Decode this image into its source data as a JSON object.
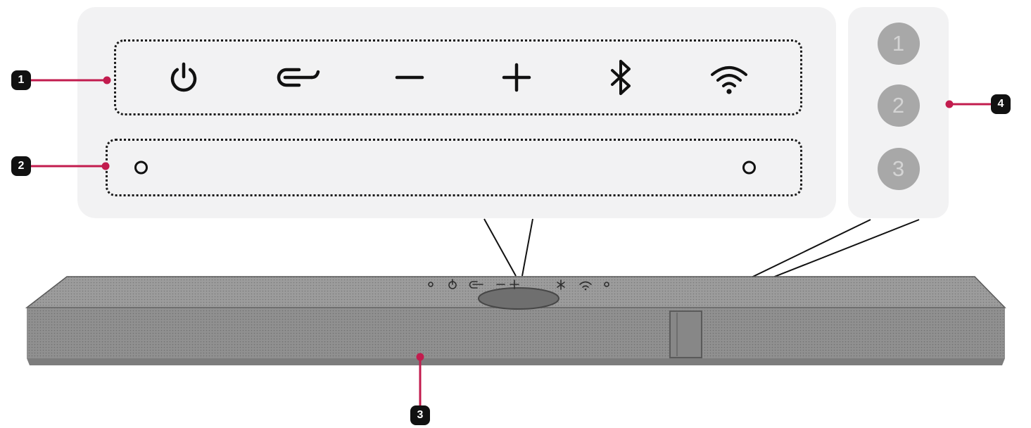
{
  "callouts": [
    {
      "label": "1",
      "points_to": "touch-control-icons-region"
    },
    {
      "label": "2",
      "points_to": "microphone-region"
    },
    {
      "label": "3",
      "points_to": "soundbar-front"
    },
    {
      "label": "4",
      "points_to": "preset-buttons-panel"
    }
  ],
  "control_panel": {
    "icons": [
      {
        "name": "power-icon"
      },
      {
        "name": "input-icon"
      },
      {
        "name": "volume-down-icon"
      },
      {
        "name": "volume-up-icon"
      },
      {
        "name": "bluetooth-icon"
      },
      {
        "name": "wifi-icon"
      }
    ],
    "mic_holes": 2
  },
  "preset_panel": {
    "buttons": [
      {
        "label": "1"
      },
      {
        "label": "2"
      },
      {
        "label": "3"
      }
    ]
  },
  "colors": {
    "accent": "#c21c4e",
    "panel_bg": "#f2f2f3",
    "badge_bg": "#111111",
    "soundbar_top": "#9c9c9c",
    "soundbar_front": "#909090"
  }
}
